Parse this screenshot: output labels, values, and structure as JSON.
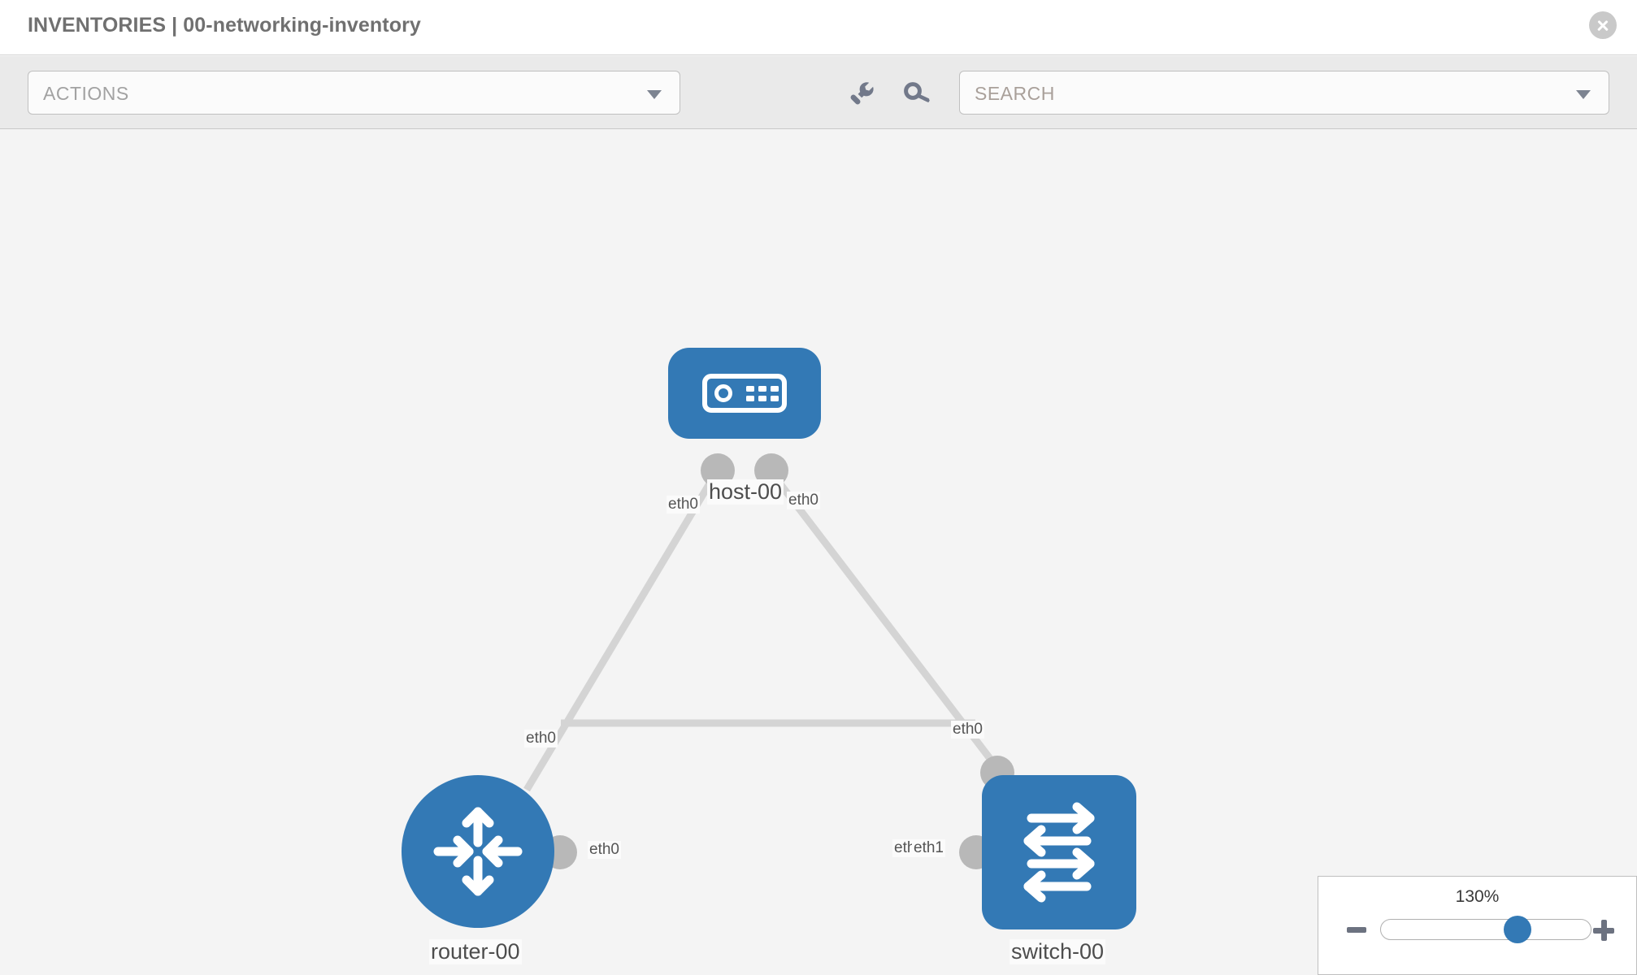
{
  "header": {
    "title": "INVENTORIES | 00-networking-inventory",
    "close_icon": "close-circle-icon"
  },
  "toolbar": {
    "actions_label": "ACTIONS",
    "actions_caret_icon": "chevron-down-icon",
    "wrench_icon": "wrench-icon",
    "key_icon": "key-icon",
    "search_placeholder": "SEARCH",
    "search_caret_icon": "chevron-down-icon"
  },
  "topology": {
    "nodes": [
      {
        "id": "host-00",
        "label": "host-00",
        "icon": "server-icon",
        "shape": "rounded-rect"
      },
      {
        "id": "router-00",
        "label": "router-00",
        "icon": "router-arrows-icon",
        "shape": "circle"
      },
      {
        "id": "switch-00",
        "label": "switch-00",
        "icon": "switch-arrows-icon",
        "shape": "rounded-square"
      }
    ],
    "interface_labels": {
      "host_left": "eth0",
      "host_right": "eth0",
      "router_up": "eth0",
      "router_right": "eth0",
      "switch_up": "eth0",
      "switch_left_hidden": "eth0",
      "switch_left": "eth1"
    },
    "colors": {
      "node_blue": "#3379b5",
      "link_gray": "#d4d4d4",
      "endpoint_gray": "#b8b8b8",
      "canvas_bg": "#f4f4f4"
    }
  },
  "zoom_control": {
    "value": "130%",
    "minus_label": "minus-button",
    "plus_label": "plus-button"
  }
}
